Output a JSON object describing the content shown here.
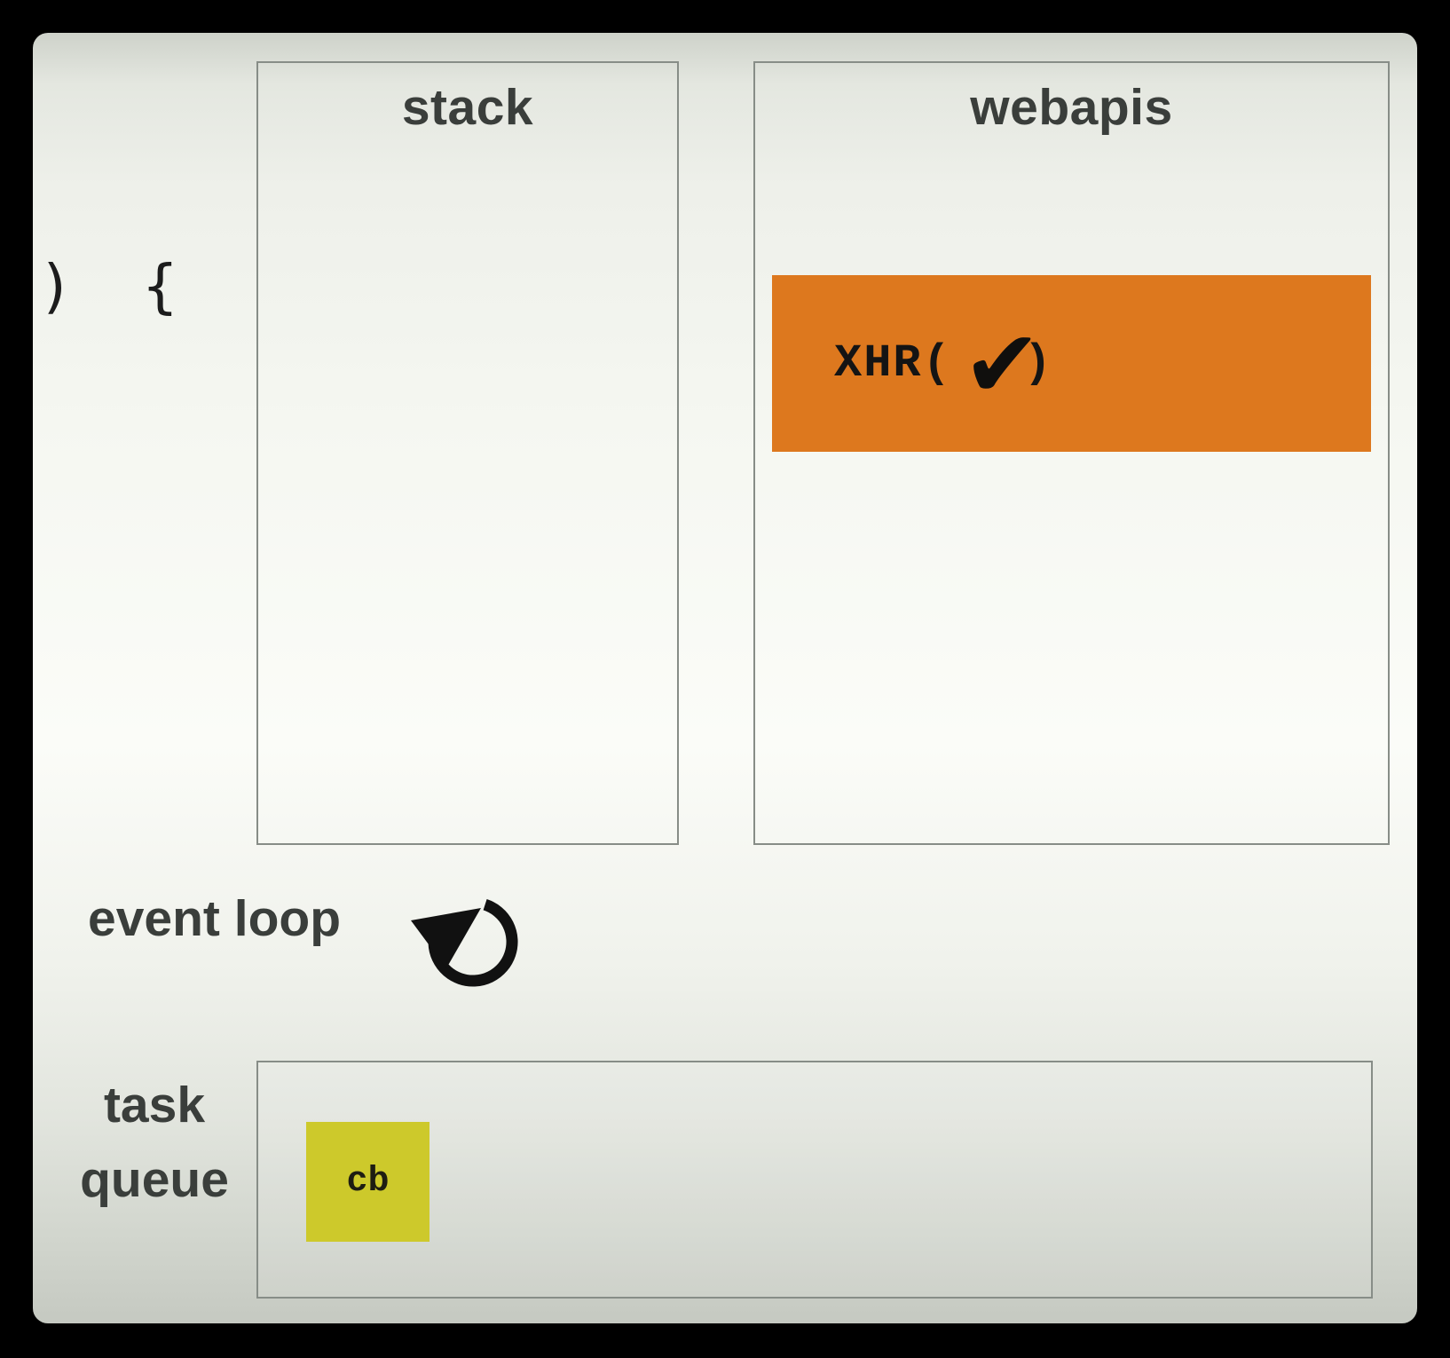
{
  "code_editor": {
    "visible_code": ") {"
  },
  "stack_panel": {
    "title": "stack",
    "frames": []
  },
  "webapis_panel": {
    "title": "webapis",
    "tasks": [
      {
        "name": "XHR",
        "label_prefix": "XHR(",
        "status_icon": "✔",
        "label_suffix": ")",
        "color": "#dd781e"
      }
    ]
  },
  "event_loop": {
    "label": "event loop",
    "icon": "rotate-counterclockwise-icon"
  },
  "task_queue": {
    "label_line1": "task",
    "label_line2": "queue",
    "items": [
      {
        "label": "cb",
        "color": "#cdc92b"
      }
    ]
  },
  "colors": {
    "frame_background": "#000000",
    "panel_border": "#878d87",
    "label_text": "#3a3e3b",
    "webapi_task_fill": "#dd781e",
    "queue_item_fill": "#cdc92b",
    "icon_ink": "#111111"
  }
}
